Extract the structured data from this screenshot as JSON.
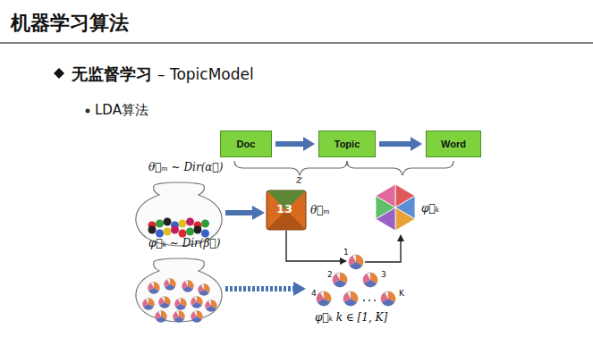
{
  "diagram": {
    "title": "机器学习算法",
    "nodes": [
      {
        "text": [
          "Doc"
        ]
      },
      {
        "text": [
          "Topic"
        ]
      },
      {
        "text": [
          "Word"
        ]
      }
    ],
    "edges": [
      {
        "from": 0,
        "to": 1,
        "arrow": "to"
      },
      {
        "from": 1,
        "to": 2,
        "arrow": "to"
      }
    ],
    "labels": [
      "无监督学习",
      "– TopicModel",
      "LDA算法",
      "z",
      "θ⃗ₘ ~ Dir(α⃗)",
      "13",
      "θ⃗ₘ",
      "φ⃗ₖ",
      "φ⃗ₖ ~ Dir(β⃗)",
      "1",
      "2",
      "3",
      "4",
      "K",
      "φ⃗ₖ  k ∈ [1, K]"
    ]
  }
}
